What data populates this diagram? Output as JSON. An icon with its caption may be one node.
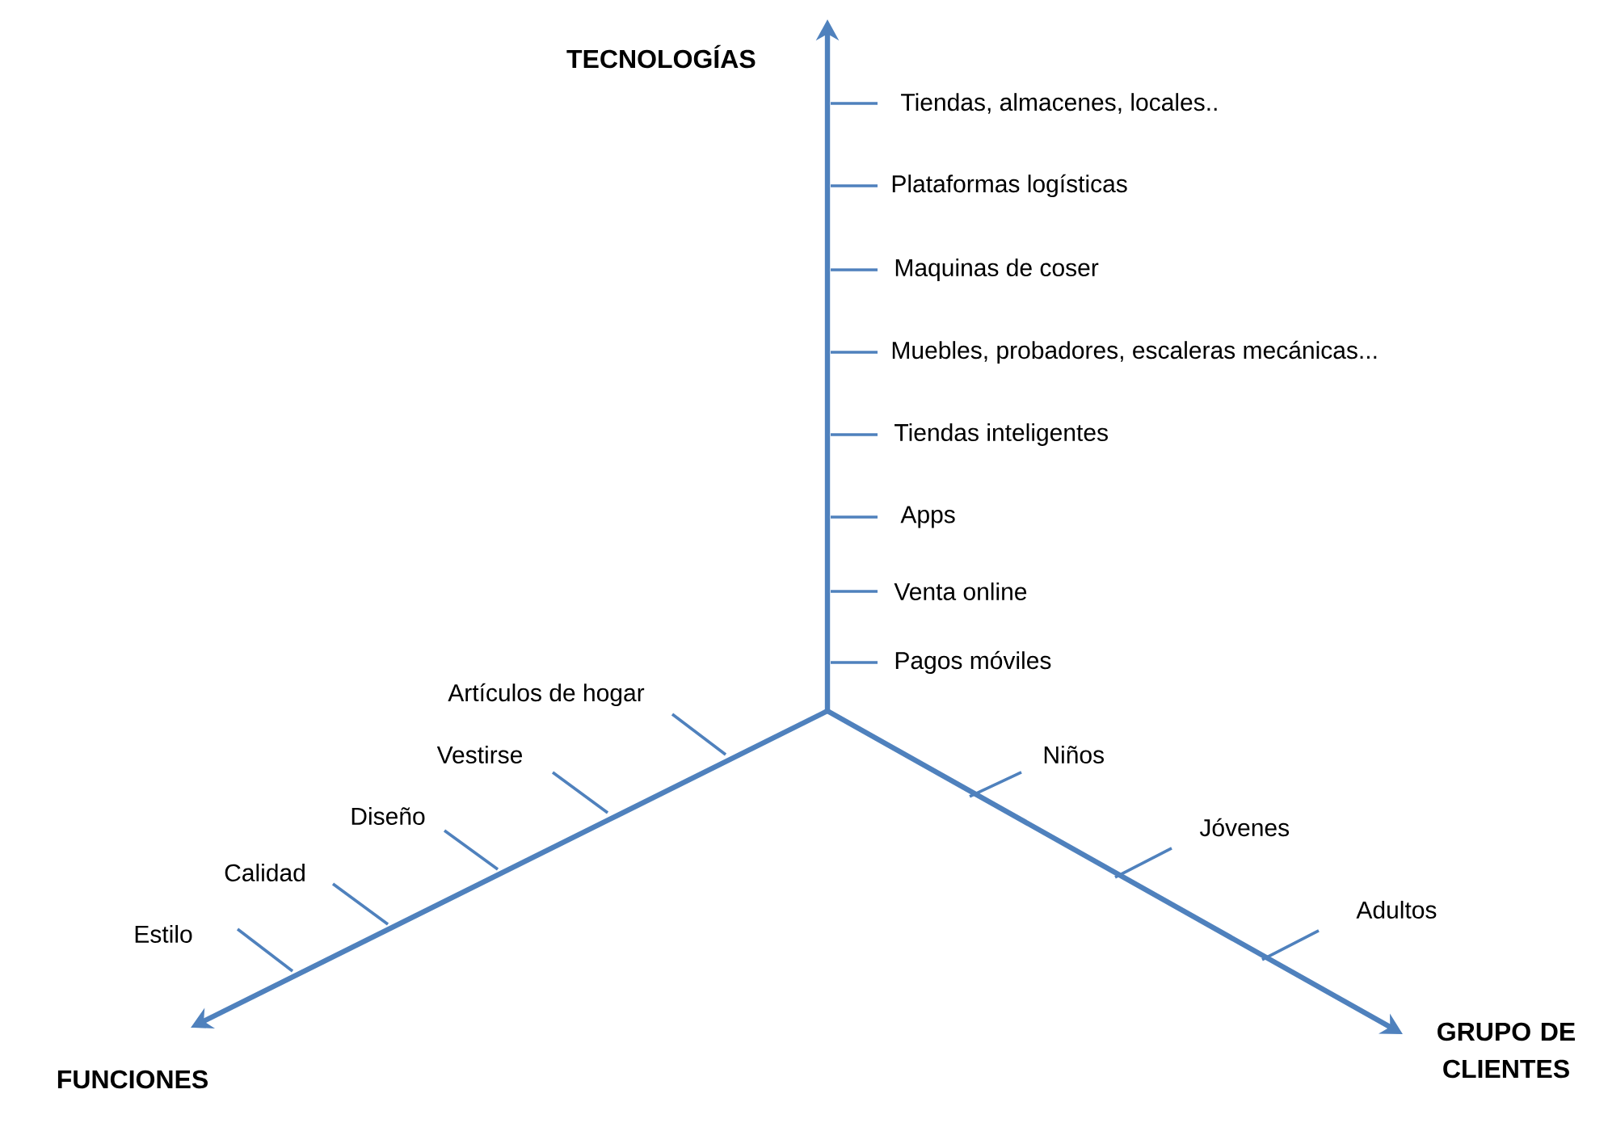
{
  "diagram": {
    "labels": [
      "TECNOLOGÍAS",
      "Tiendas, almacenes, locales..",
      "Plataformas logísticas",
      "Maquinas de coser",
      "Muebles, probadores, escaleras mecánicas...",
      "Tiendas inteligentes",
      "Apps",
      "Venta online",
      "Pagos móviles",
      "Artículos de hogar",
      "Niños",
      "Vestirse",
      "Jóvenes",
      "Diseño",
      "Calidad",
      "Adultos",
      "Estilo",
      "GRUPO DE CLIENTES",
      "FUNCIONES"
    ]
  }
}
